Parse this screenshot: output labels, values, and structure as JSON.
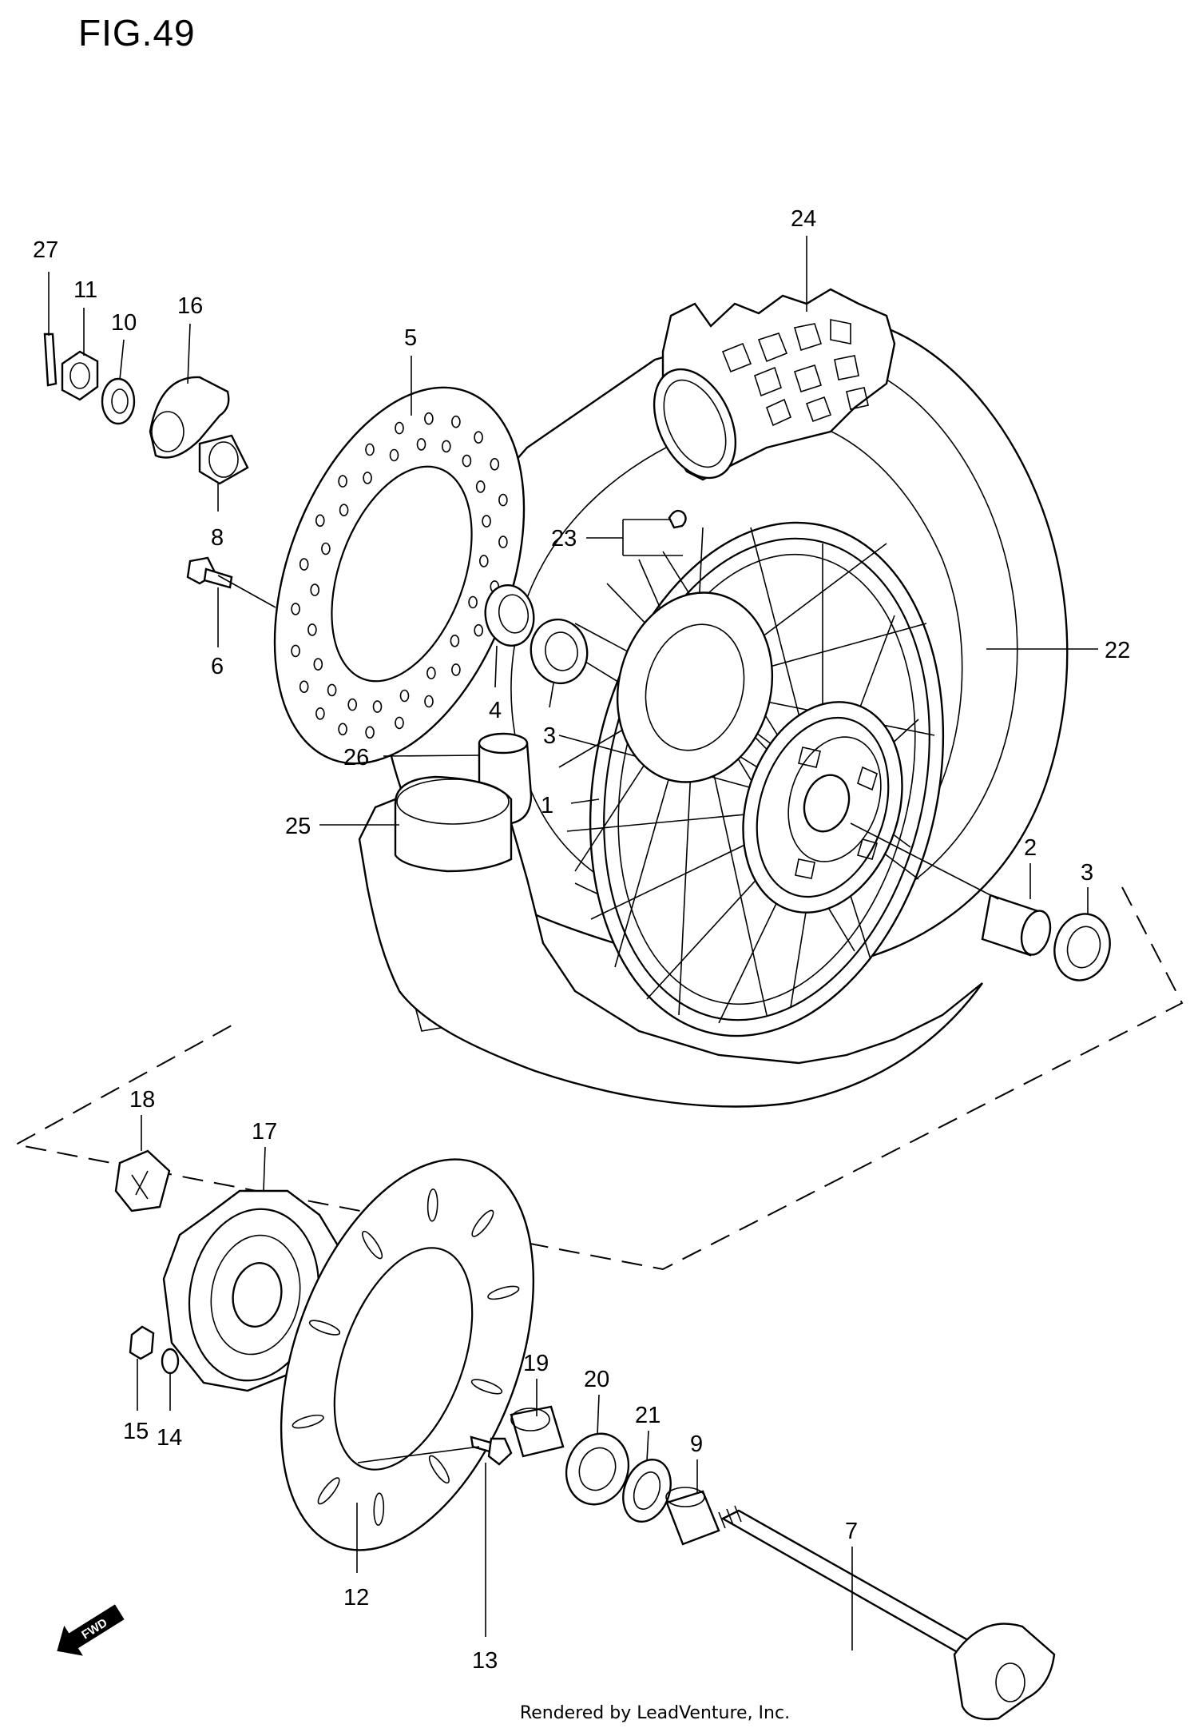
{
  "figure": {
    "title": "FIG.49"
  },
  "footer": {
    "text": "Rendered by LeadVenture, Inc."
  },
  "direction_badge": {
    "label": "FWD"
  },
  "callouts": {
    "c1": "1",
    "c2": "2",
    "c3a": "3",
    "c3b": "3",
    "c4": "4",
    "c5": "5",
    "c6": "6",
    "c7": "7",
    "c8": "8",
    "c9": "9",
    "c10": "10",
    "c11": "11",
    "c12": "12",
    "c13": "13",
    "c14": "14",
    "c15": "15",
    "c16": "16",
    "c17": "17",
    "c18": "18",
    "c19": "19",
    "c20": "20",
    "c21": "21",
    "c22": "22",
    "c23": "23",
    "c24": "24",
    "c25": "25",
    "c26": "26",
    "c27": "27"
  }
}
